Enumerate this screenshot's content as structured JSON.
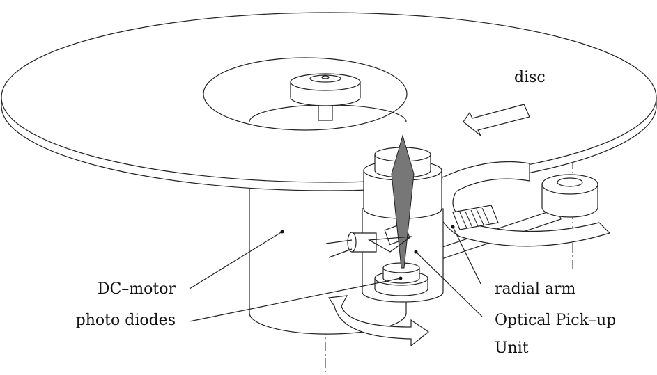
{
  "labels": {
    "disc": "disc",
    "dc_motor": "DC–motor",
    "photo_diodes": "photo diodes",
    "radial_arm": "radial arm",
    "optical_pickup_line1": "Optical Pick–up",
    "optical_pickup_line2": "Unit"
  },
  "colors": {
    "line": "#222222",
    "beam": "#777777",
    "background": "#ffffff"
  }
}
